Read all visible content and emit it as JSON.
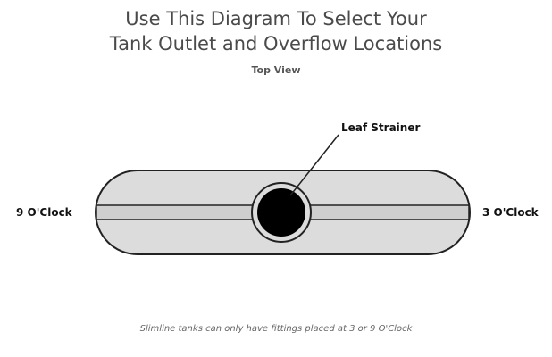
{
  "title": {
    "line1": "Use This Diagram To Select Your",
    "line2": "Tank Outlet and Overflow Locations"
  },
  "subtitle": "Top View",
  "labels": {
    "left": "9 O'Clock",
    "right": "3 O'Clock",
    "callout": "Leaf Strainer"
  },
  "footnote": "Slimline tanks can only have fittings placed at 3 or 9 O'Clock",
  "colors": {
    "tank_fill": "#dcdcdc",
    "outline": "#222222",
    "strainer": "#000000"
  }
}
